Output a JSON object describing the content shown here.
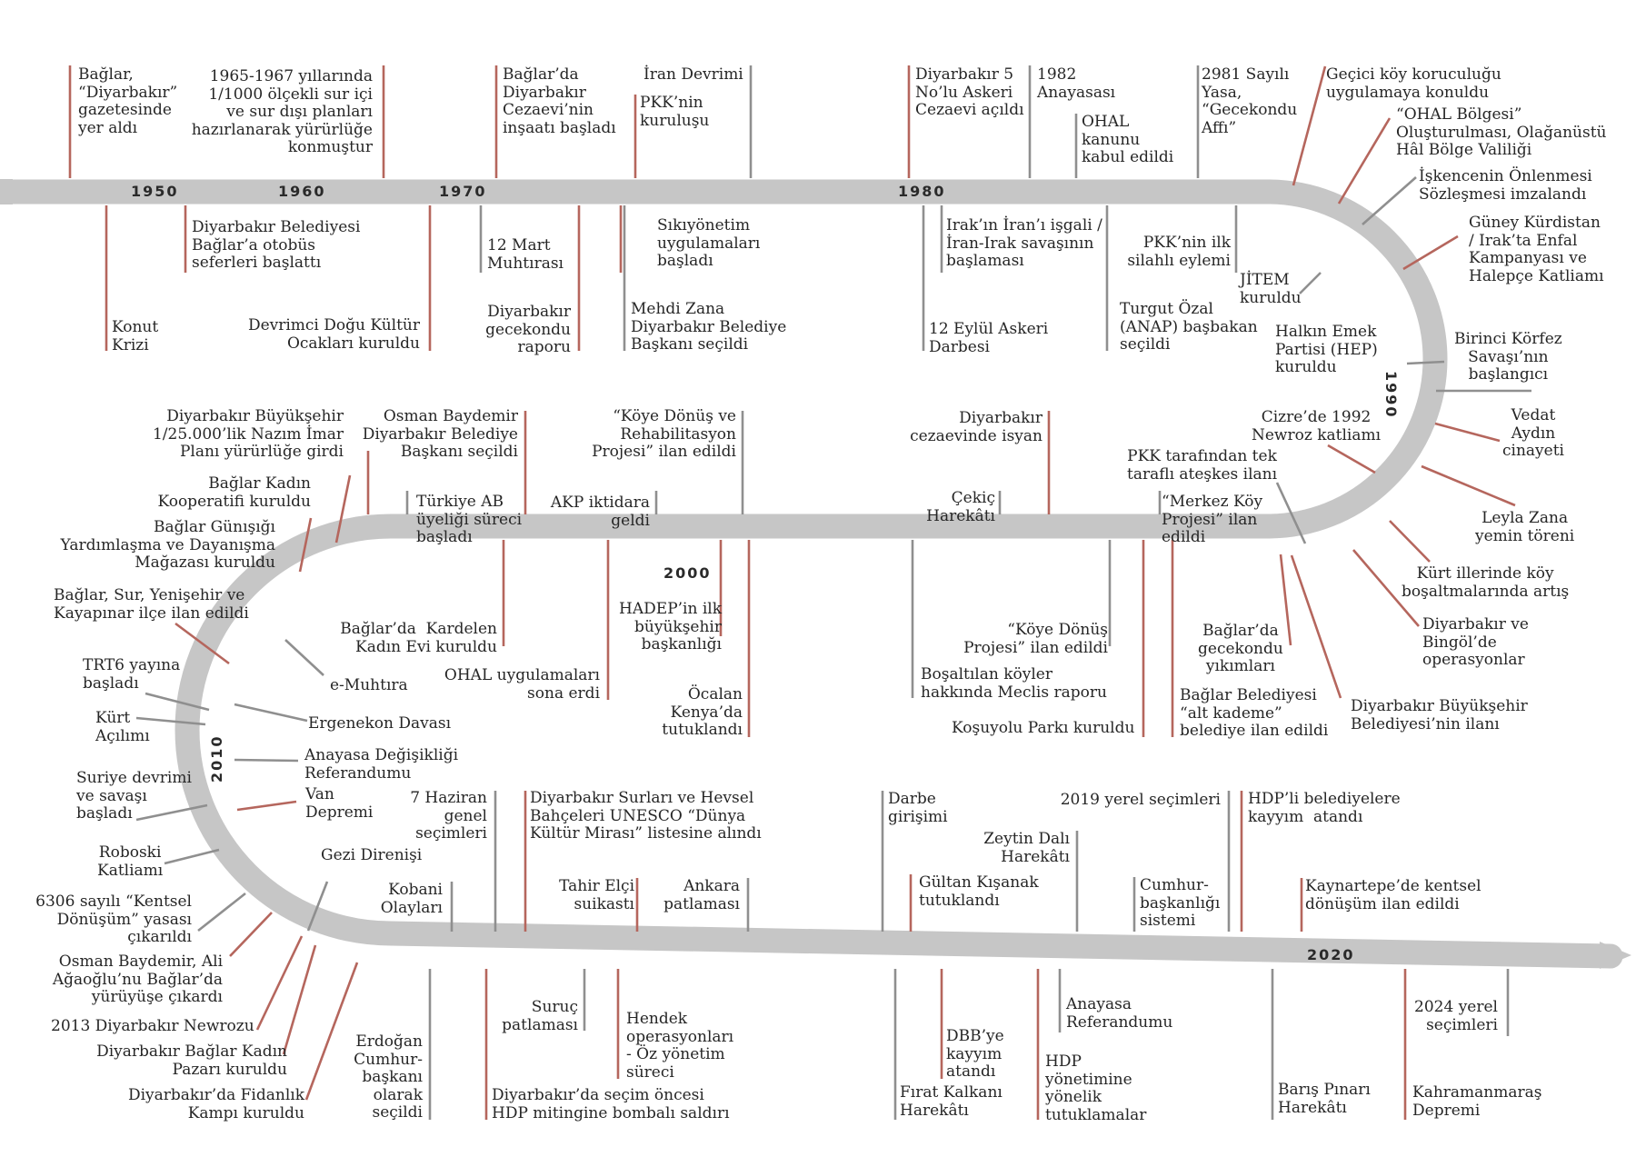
{
  "colors": {
    "road": "#c6c6c6",
    "red": "#b5665d",
    "gray": "#8f8f8f"
  },
  "years": {
    "y1950": "1950",
    "y1960": "1960",
    "y1970": "1970",
    "y1980": "1980",
    "y1990": "1990",
    "y2000": "2000",
    "y2010": "2010",
    "y2020": "2020"
  },
  "events": {
    "e1": "Bağlar,\n“Diyarbakır”\ngazetesinde\nyer aldı",
    "e2": "1965-1967 yıllarında\n1/1000 ölçekli sur içi\nve sur dışı planları\nhazırlanarak yürürlüğe\nkonmuştur",
    "e3": "Bağlar’da\nDiyarbakır\nCezaevi’nin\ninşaatı başladı",
    "e4": "İran Devrimi",
    "e5": "PKK’nin\nkuruluşu",
    "e6": "Diyarbakır 5\nNo’lu Askeri\nCezaevi açıldı",
    "e7": "1982\nAnayasası",
    "e8": "OHAL\nkanunu\nkabul edildi",
    "e9": "2981 Sayılı\nYasa,\n“Gecekondu\nAffı”",
    "e10": "Geçici köy koruculuğu\nuygulamaya konuldu",
    "e11": "Diyarbakır Belediyesi\nBağlar’a otobüs\nseferleri başlattı",
    "e12": "Konut\nKrizi",
    "e13": "Devrimci Doğu Kültür\nOcakları kuruldu",
    "e14": "12 Mart\nMuhtırası",
    "e15": "Diyarbakır\ngecekondu\nraporu",
    "e16": "Sıkıyönetim\nuygulamaları\nbaşladı",
    "e17": "Mehdi Zana\nDiyarbakır Belediye\nBaşkanı seçildi",
    "e18": "Irak’ın İran’ı işgali /\nİran-Irak savaşının\nbaşlaması",
    "e19": "12 Eylül Askeri\nDarbesi",
    "e20": "PKK’nin ilk\nsilahlı eylemi",
    "e21": "Turgut Özal\n(ANAP) başbakan\nseçildi",
    "e22": "“OHAL Bölgesi”\nOluşturulması, Olağanüstü\nHâl Bölge Valiliği",
    "e23": "İşkencenin Önlenmesi\nSözleşmesi imzalandı",
    "e24": "JİTEM\nkuruldu",
    "e25": "Güney Kürdistan\n/ Irak’ta Enfal\nKampanyası ve\nHalepçe Katliamı",
    "e26": "Halkın Emek\nPartisi (HEP)\nkuruldu",
    "e27": "Birinci Körfez\nSavaşı’nın\nbaşlangıcı",
    "e28": "Vedat\nAydın\ncinayeti",
    "e29": "Cizre’de 1992\nNewroz katliamı",
    "e30": "PKK tarafından tek\ntaraflı ateşkes ilanı",
    "e31": "Leyla Zana\nyemin töreni",
    "e32": "“Merkez Köy\nProjesi” ilan\nedildi",
    "e33": "Kürt illerinde köy\nboşaltmalarında artış",
    "e34": "Diyarbakır ve\nBingöl’de\noperasyonlar",
    "e35": "Diyarbakır Büyükşehir\nBelediyesi’nin ilanı",
    "e36": "Bağlar’da\ngecekondu\nyıkımları",
    "e37": "Bağlar Belediyesi\n“alt kademe”\nbelediye ilan edildi",
    "e38": "Diyarbakır\ncezaevinde isyan",
    "e39": "Çekiç\nHarekâtı",
    "e40": "“Köye Dönüş\nProjesi” ilan edildi",
    "e41": "Boşaltılan köyler\nhakkında Meclis raporu",
    "e42": "Koşuyolu Parkı kuruldu",
    "e43": "“Köye Dönüş ve\nRehabilitasyon\nProjesi” ilan edildi",
    "e44": "AKP iktidara\ngeldi",
    "e45": "Osman Baydemir\nDiyarbakır Belediye\nBaşkanı seçildi",
    "e46": "Türkiye AB\nüyeliği süreci\nbaşladı",
    "e47": "Diyarbakır Büyükşehir\n1/25.000’lik Nazım İmar\nPlanı yürürlüğe girdi",
    "e48": "Bağlar Kadın\nKooperatifi kuruldu",
    "e49": "Bağlar Günışığı\nYardımlaşma ve Dayanışma\nMağazası kuruldu",
    "e50": "Bağlar, Sur, Yenişehir ve\nKayapınar ilçe ilan edildi",
    "e51": "HADEP’in ilk\nbüyükşehir\nbaşkanlığı",
    "e52": "Öcalan\nKenya’da\ntutuklandı",
    "e53": "Bağlar’da  Kardelen\nKadın Evi kuruldu",
    "e54": "OHAL uygulamaları\nsona erdi",
    "e55": "e-Muhtıra",
    "e56": "TRT6 yayına\nbaşladı",
    "e57": "Ergenekon Davası",
    "e58": "Kürt\nAçılımı",
    "e59": "Anayasa Değişikliği\nReferandumu",
    "e60": "Suriye devrimi\nve savaşı\nbaşladı",
    "e61": "Van\nDepremi",
    "e62": "Roboski\nKatliamı",
    "e63": "Gezi Direnişi",
    "e64": "6306 sayılı “Kentsel\nDönüşüm” yasası\nçıkarıldı",
    "e65": "Osman Baydemir, Ali\nAğaoğlu’nu Bağlar’da\nyürüyüşe çıkardı",
    "e66": "2013 Diyarbakır Newrozu",
    "e67": "Diyarbakır Bağlar Kadın\nPazarı kuruldu",
    "e68": "Diyarbakır’da Fidanlık\nKampı kuruldu",
    "e69": "7 Haziran\ngenel\nseçimleri",
    "e70": "Kobani\nOlayları",
    "e71": "Diyarbakır Surları ve Hevsel\nBahçeleri UNESCO “Dünya\nKültür Mirası” listesine alındı",
    "e72": "Tahir Elçi\nsuikastı",
    "e73": "Ankara\npatlaması",
    "e74": "Darbe\ngirişimi",
    "e75": "Gültan Kışanak\ntutuklandı",
    "e76": "Zeytin Dalı\nHarekâtı",
    "e77": "2019 yerel seçimleri",
    "e78": "Cumhur-\nbaşkanlığı\nsistemi",
    "e79": "HDP’li belediyelere\nkayyım  atandı",
    "e80": "Kaynartepe’de kentsel\ndönüşüm ilan edildi",
    "e81": "Erdoğan\nCumhur-\nbaşkanı\nolarak\nseçildi",
    "e82": "Diyarbakır’da seçim öncesi\nHDP mitingine bombalı saldırı",
    "e83": "Suruç\npatlaması",
    "e84": "Hendek\noperasyonları\n- Öz yönetim\nsüreci",
    "e85": "Fırat Kalkanı\nHarekâtı",
    "e86": "DBB’ye\nkayyım\natandı",
    "e87": "HDP\nyönetimine\nyönelik\ntutuklamalar",
    "e88": "Anayasa\nReferandumu",
    "e89": "Barış Pınarı\nHarekâtı",
    "e90": "2024 yerel\nseçimleri",
    "e91": "Kahramanmaraş\nDepremi"
  }
}
